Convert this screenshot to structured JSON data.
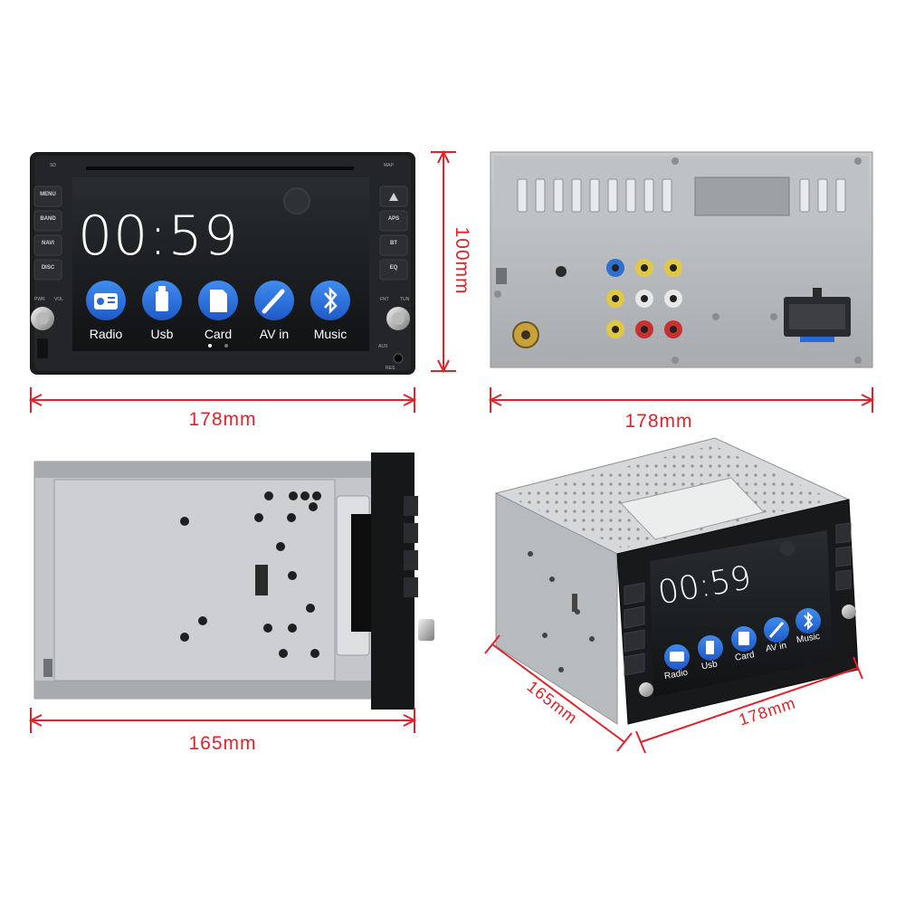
{
  "accent_color": "#e0232a",
  "front_view": {
    "clock": "00:59",
    "apps": [
      {
        "label": "Radio",
        "icon": "radio-icon"
      },
      {
        "label": "Usb",
        "icon": "usb-icon"
      },
      {
        "label": "Card",
        "icon": "sd-card-icon"
      },
      {
        "label": "AV in",
        "icon": "av-jack-icon"
      },
      {
        "label": "Music",
        "icon": "bluetooth-icon"
      }
    ],
    "left_buttons": [
      "MENU",
      "BAND",
      "NAVI",
      "DISC"
    ],
    "right_buttons": [
      "APS",
      "BT",
      "EQ"
    ],
    "small_labels": {
      "sd": "SD",
      "map": "MAP",
      "pwr": "PWR",
      "vol": "VOL",
      "fnt": "FNT",
      "tun": "TUN",
      "aux": "AUX",
      "res": "RES"
    }
  },
  "dimensions": {
    "front_width": "178mm",
    "front_height": "100mm",
    "back_width": "178mm",
    "side_depth": "165mm",
    "persp_depth": "165mm",
    "persp_width": "178mm"
  }
}
